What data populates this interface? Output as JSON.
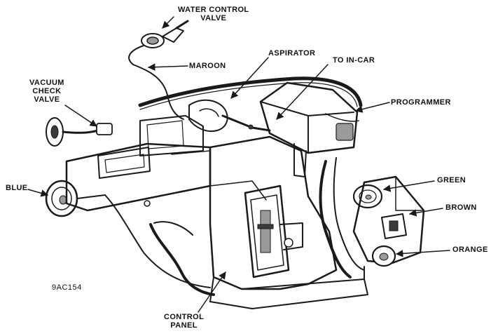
{
  "labels": {
    "water_control_valve": [
      "WATER CONTROL",
      "VALVE"
    ],
    "maroon": "MAROON",
    "aspirator": "ASPIRATOR",
    "to_in_car": "TO IN-CAR",
    "vacuum_check_valve": [
      "VACUUM",
      "CHECK",
      "VALVE"
    ],
    "programmer": "PROGRAMMER",
    "blue": "BLUE",
    "green": "GREEN",
    "brown": "BROWN",
    "orange": "ORANGE",
    "control_panel": [
      "CONTROL",
      "PANEL"
    ],
    "figure_code": "9AC154"
  },
  "colors": {
    "ink": "#1a1a1a",
    "background": "#ffffff"
  }
}
